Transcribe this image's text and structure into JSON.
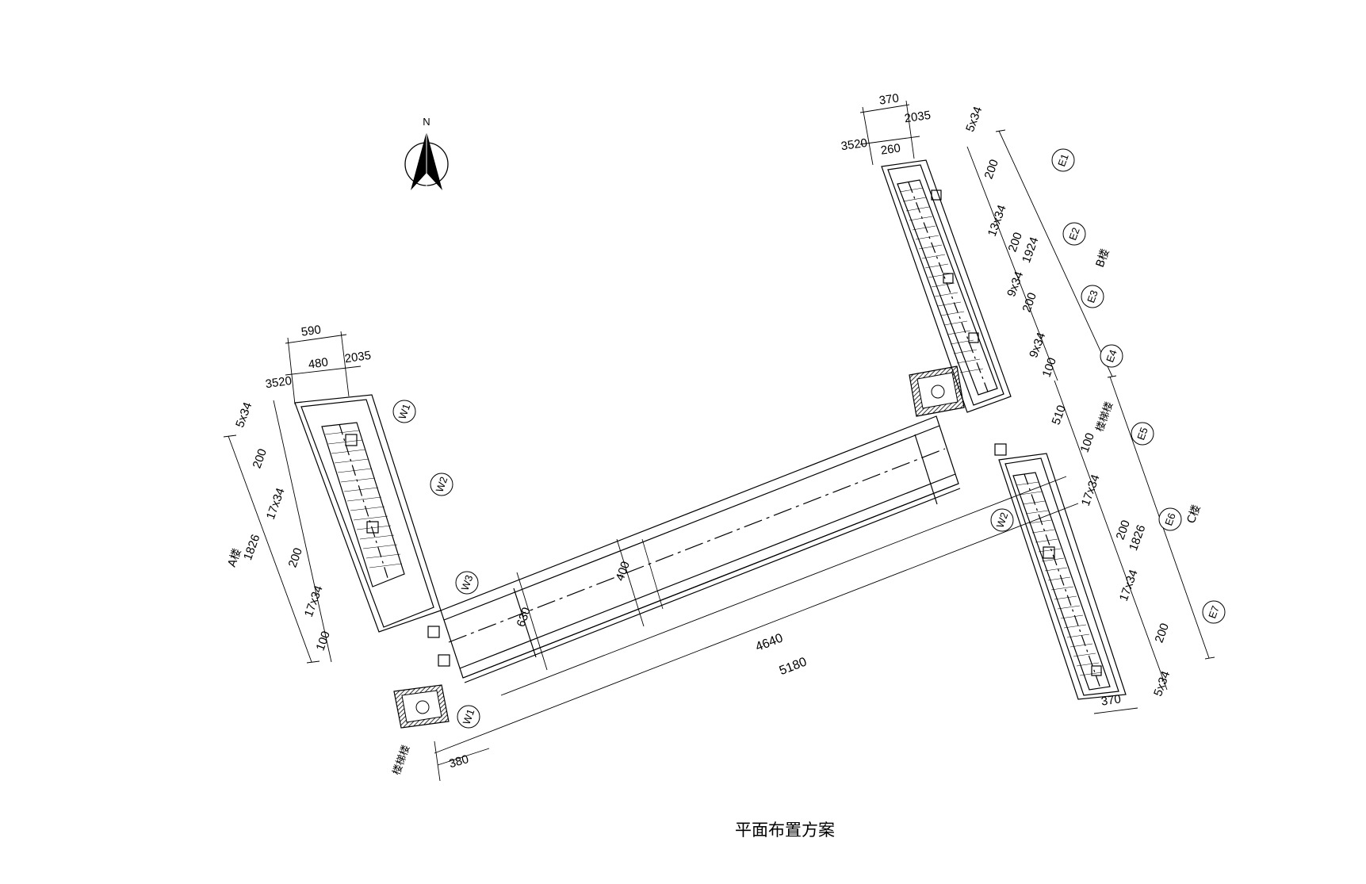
{
  "title": "平面布置方案",
  "north": "N",
  "buildings": {
    "a": "A楼",
    "b": "B楼",
    "c": "C楼",
    "stair_1": "楼梯楼",
    "stair_2": "楼梯楼"
  },
  "grid_labels": {
    "E1": "E1",
    "E2": "E2",
    "E3": "E3",
    "E4": "E4",
    "E5": "E5",
    "E6": "E6",
    "E7": "E7",
    "W1": "W1",
    "W2": "W2",
    "W3": "W3",
    "W1b": "W1",
    "W2b": "W2"
  },
  "dims": {
    "d590": "590",
    "d3520a": "3520",
    "d480": "480",
    "d2035a": "2035",
    "a_5x34": "5x34",
    "a_200a": "200",
    "a_17x34a": "17x34",
    "a_200b": "200",
    "a_17x34b": "17x34",
    "a_100": "100",
    "a_1826": "1826",
    "d630": "630",
    "d400": "400",
    "d4640": "4640",
    "d5180": "5180",
    "d380": "380",
    "d370top": "370",
    "d3520b": "3520",
    "d260": "260",
    "d2035b": "2035",
    "b_5x34": "5x34",
    "b_200a": "200",
    "b_13x34": "13x34",
    "b_200b": "200",
    "b_1924": "1924",
    "b_9x34a": "9x34",
    "b_200c": "200",
    "b_9x34b": "9x34",
    "b_100": "100",
    "c_510": "510",
    "c_100": "100",
    "c_17x34a": "17x34",
    "c_200a": "200",
    "c_1826": "1826",
    "c_17x34b": "17x34",
    "c_200b": "200",
    "c_5x34": "5x34",
    "c_370": "370"
  }
}
